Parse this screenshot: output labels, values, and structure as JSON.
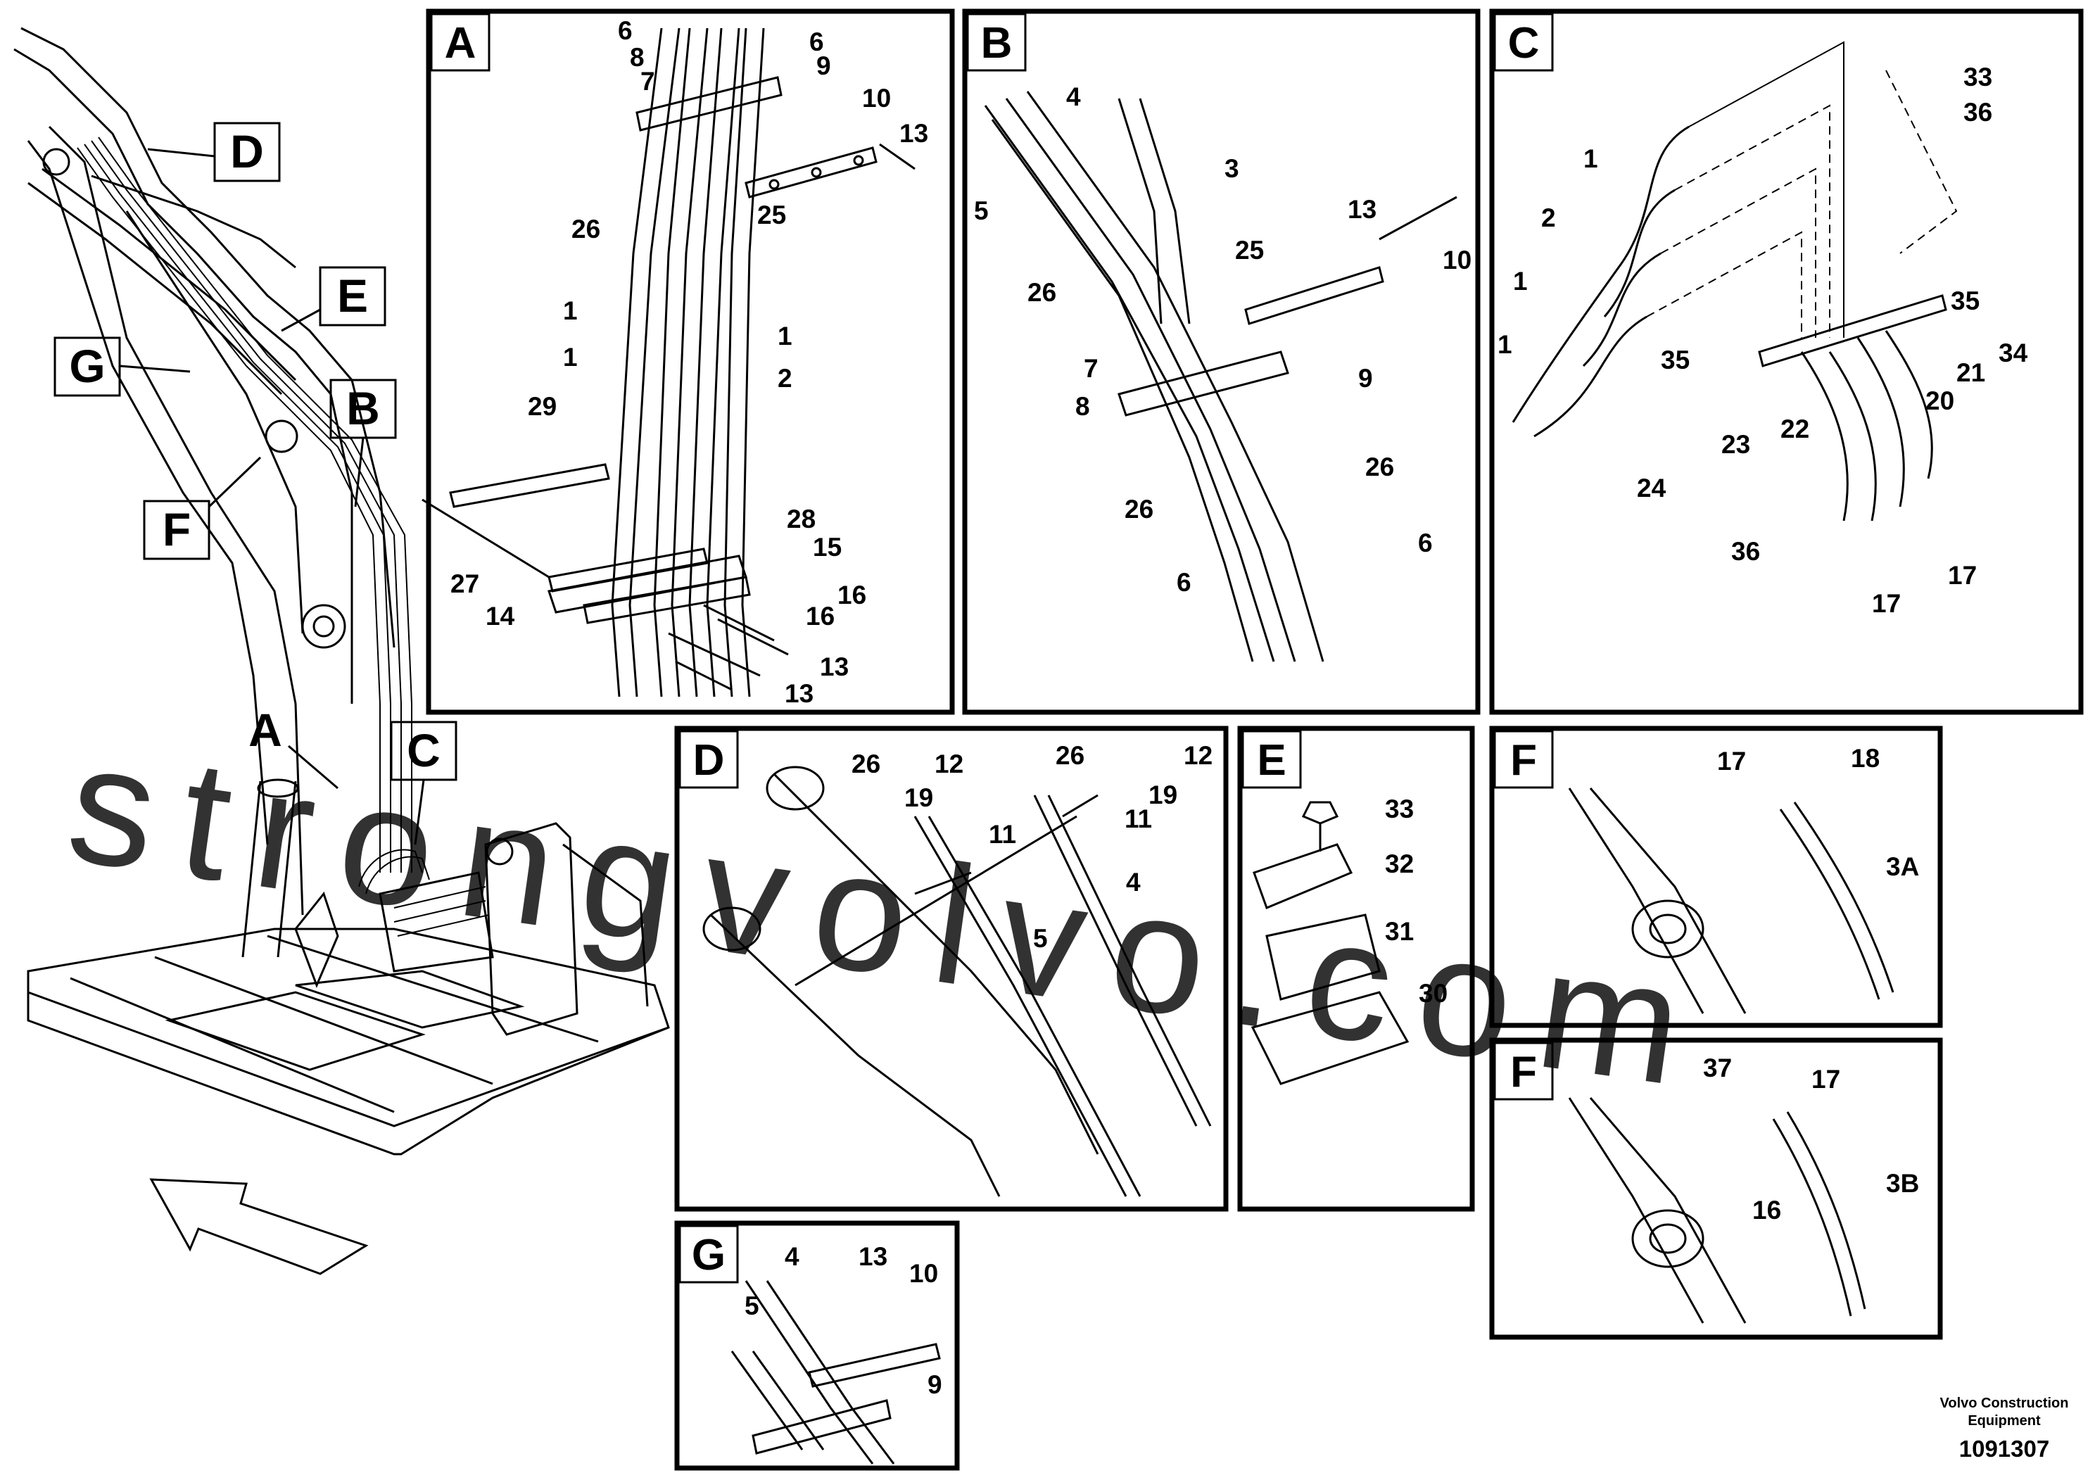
{
  "panels": {
    "A": {
      "label": "A",
      "callouts": [
        "6",
        "8",
        "7",
        "6",
        "9",
        "10",
        "13",
        "26",
        "25",
        "1",
        "1",
        "1",
        "2",
        "29",
        "28",
        "15",
        "27",
        "16",
        "14",
        "16",
        "13",
        "13"
      ]
    },
    "B": {
      "label": "B",
      "callouts": [
        "4",
        "3",
        "5",
        "25",
        "13",
        "10",
        "26",
        "7",
        "9",
        "8",
        "26",
        "26",
        "6",
        "6"
      ]
    },
    "C": {
      "label": "C",
      "callouts": [
        "33",
        "36",
        "1",
        "2",
        "1",
        "1",
        "35",
        "35",
        "34",
        "21",
        "20",
        "23",
        "22",
        "24",
        "36",
        "17",
        "17"
      ]
    },
    "D": {
      "label": "D",
      "callouts": [
        "26",
        "12",
        "26",
        "12",
        "19",
        "19",
        "11",
        "11",
        "4",
        "5"
      ]
    },
    "E": {
      "label": "E",
      "callouts": [
        "33",
        "32",
        "31",
        "30"
      ]
    },
    "F": {
      "label": "F",
      "callouts": [
        "17",
        "18",
        "3A"
      ]
    },
    "F2": {
      "label": "F",
      "callouts": [
        "37",
        "17",
        "16",
        "3B"
      ]
    },
    "G": {
      "label": "G",
      "callouts": [
        "4",
        "13",
        "10",
        "5",
        "9"
      ]
    }
  },
  "overview_labels": [
    "D",
    "E",
    "G",
    "B",
    "F",
    "A",
    "C"
  ],
  "watermark": "strongvolvo.com",
  "footer": {
    "company_line1": "Volvo Construction",
    "company_line2": "Equipment",
    "doc_number": "1091307"
  }
}
